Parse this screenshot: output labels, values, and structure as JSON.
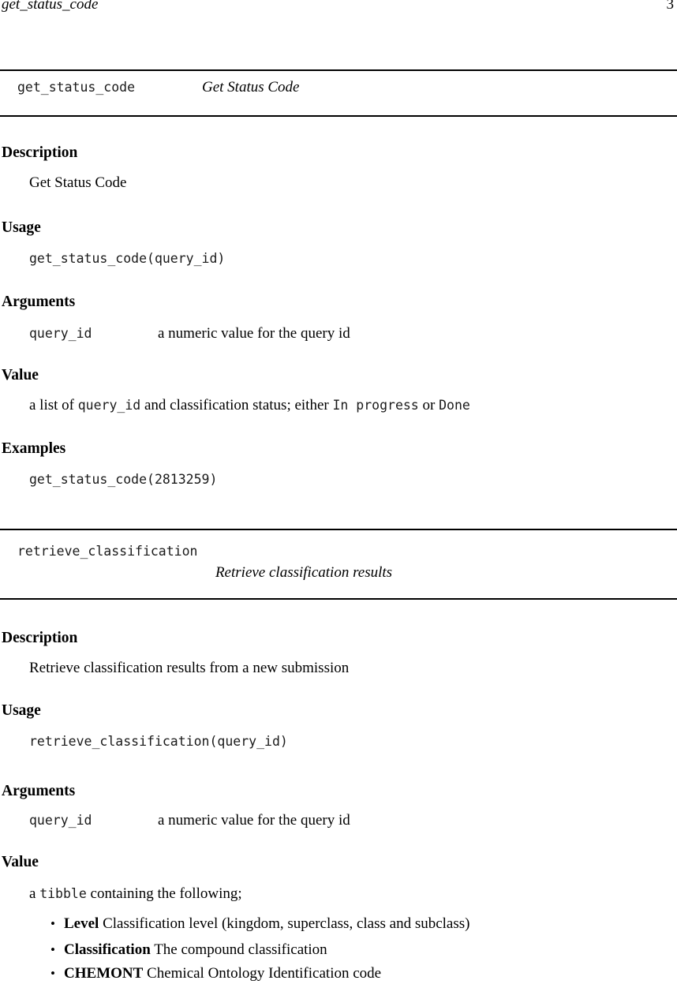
{
  "running_header": {
    "title": "get_status_code",
    "page_number": "3"
  },
  "section_labels": {
    "description": "Description",
    "usage": "Usage",
    "arguments": "Arguments",
    "value": "Value",
    "examples": "Examples"
  },
  "entry1": {
    "name": "get_status_code",
    "title": "Get Status Code",
    "description": "Get Status Code",
    "usage_code": "get_status_code(query_id)",
    "argument_name": "query_id",
    "argument_description": "a numeric value for the query id",
    "value_runs": [
      {
        "text": "a list of ",
        "mono": false
      },
      {
        "text": "query_id",
        "mono": true
      },
      {
        "text": " and classification status; either ",
        "mono": false
      },
      {
        "text": "In progress",
        "mono": true
      },
      {
        "text": " or ",
        "mono": false
      },
      {
        "text": "Done",
        "mono": true
      }
    ],
    "examples_code": "get_status_code(2813259)"
  },
  "entry2": {
    "name": "retrieve_classification",
    "title": "Retrieve classification results",
    "description": "Retrieve classification results from a new submission",
    "usage_code": "retrieve_classification(query_id)",
    "argument_name": "query_id",
    "argument_description": "a numeric value for the query id",
    "value_intro_runs": [
      {
        "text": "a ",
        "mono": false
      },
      {
        "text": "tibble",
        "mono": true
      },
      {
        "text": " containing the following;",
        "mono": false
      }
    ],
    "value_bullets": [
      {
        "term": "Level",
        "text": " Classification level (kingdom, superclass, class and subclass)"
      },
      {
        "term": "Classification",
        "text": " The compound classification"
      },
      {
        "term": "CHEMONT",
        "text": " Chemical Ontology Identification code"
      }
    ]
  }
}
